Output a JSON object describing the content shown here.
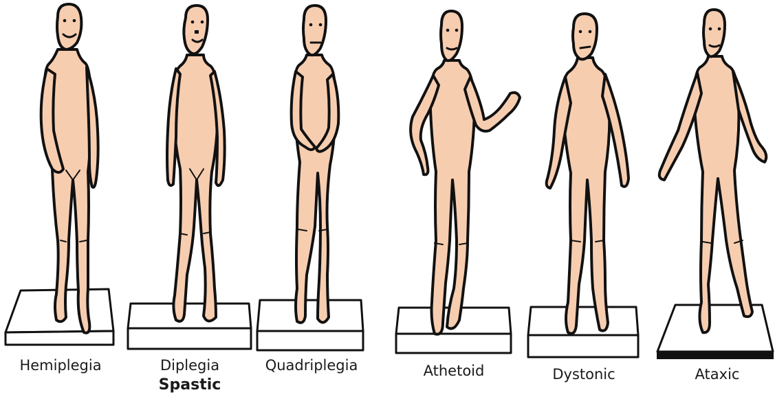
{
  "figures": [
    {
      "id": "hemiplegia",
      "label": "Hemiplegia"
    },
    {
      "id": "diplegia",
      "label": "Diplegia"
    },
    {
      "id": "quadriplegia",
      "label": "Quadriplegia"
    },
    {
      "id": "athetoid",
      "label": "Athetoid"
    },
    {
      "id": "dystonic",
      "label": "Dystonic"
    },
    {
      "id": "ataxic",
      "label": "Ataxic"
    }
  ],
  "group_label": "Spastic",
  "colors": {
    "skin": "#f7cdb0",
    "outline": "#111111",
    "platform": "#ffffff",
    "background": "#ffffff"
  }
}
